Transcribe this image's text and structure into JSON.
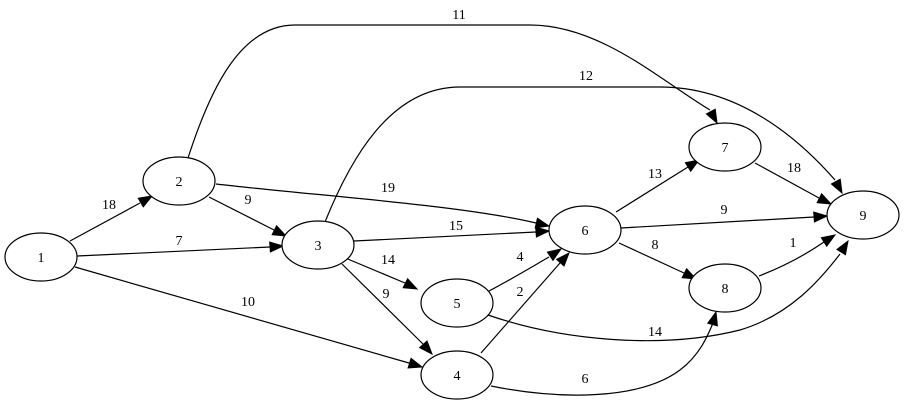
{
  "diagram": {
    "type": "directed-weighted-graph",
    "colors": {
      "stroke": "#000000",
      "node_fill": "#ffffff",
      "background": "#ffffff"
    },
    "nodes": [
      {
        "id": "1",
        "label": "1"
      },
      {
        "id": "2",
        "label": "2"
      },
      {
        "id": "3",
        "label": "3"
      },
      {
        "id": "4",
        "label": "4"
      },
      {
        "id": "5",
        "label": "5"
      },
      {
        "id": "6",
        "label": "6"
      },
      {
        "id": "7",
        "label": "7"
      },
      {
        "id": "8",
        "label": "8"
      },
      {
        "id": "9",
        "label": "9"
      }
    ],
    "edges": [
      {
        "from": "1",
        "to": "2",
        "weight": "18"
      },
      {
        "from": "1",
        "to": "3",
        "weight": "7"
      },
      {
        "from": "1",
        "to": "4",
        "weight": "10"
      },
      {
        "from": "2",
        "to": "3",
        "weight": "9"
      },
      {
        "from": "2",
        "to": "6",
        "weight": "19"
      },
      {
        "from": "2",
        "to": "7",
        "weight": "11"
      },
      {
        "from": "3",
        "to": "6",
        "weight": "15"
      },
      {
        "from": "3",
        "to": "5",
        "weight": "14"
      },
      {
        "from": "3",
        "to": "4",
        "weight": "9"
      },
      {
        "from": "3",
        "to": "9",
        "weight": "12"
      },
      {
        "from": "5",
        "to": "6",
        "weight": "4"
      },
      {
        "from": "4",
        "to": "6",
        "weight": "2"
      },
      {
        "from": "5",
        "to": "9",
        "weight": "14"
      },
      {
        "from": "4",
        "to": "8",
        "weight": "6"
      },
      {
        "from": "6",
        "to": "7",
        "weight": "13"
      },
      {
        "from": "6",
        "to": "9",
        "weight": "9"
      },
      {
        "from": "6",
        "to": "8",
        "weight": "8"
      },
      {
        "from": "7",
        "to": "9",
        "weight": "18"
      },
      {
        "from": "8",
        "to": "9",
        "weight": "1"
      }
    ]
  }
}
